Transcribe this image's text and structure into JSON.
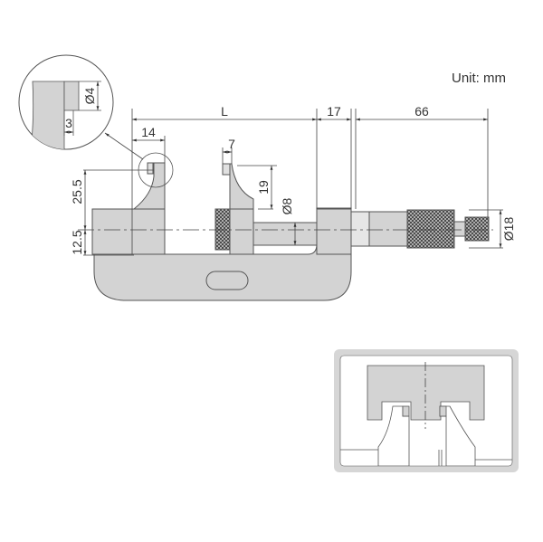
{
  "unit_label": "Unit: mm",
  "colors": {
    "body_fill": "#d3d3d3",
    "line": "#444444",
    "frame_fill": "#d6d6d6",
    "background": "#ffffff"
  },
  "dimensions": {
    "length": "L",
    "anvil_width": "14",
    "spindle_tip_width": "7",
    "frame_gap": "17",
    "thimble_length": "66",
    "jaw_height": "25.5",
    "center_height": "12.5",
    "spindle_jaw_height": "19",
    "spindle_diameter": "Ø8",
    "thimble_diameter": "Ø18",
    "detail_tip_diameter": "Ø4",
    "detail_tip_length": "3"
  },
  "views": {
    "main": "Disc micrometer side view",
    "detail_circle": "Anvil tip detail",
    "inset": "Jaw contact detail"
  }
}
